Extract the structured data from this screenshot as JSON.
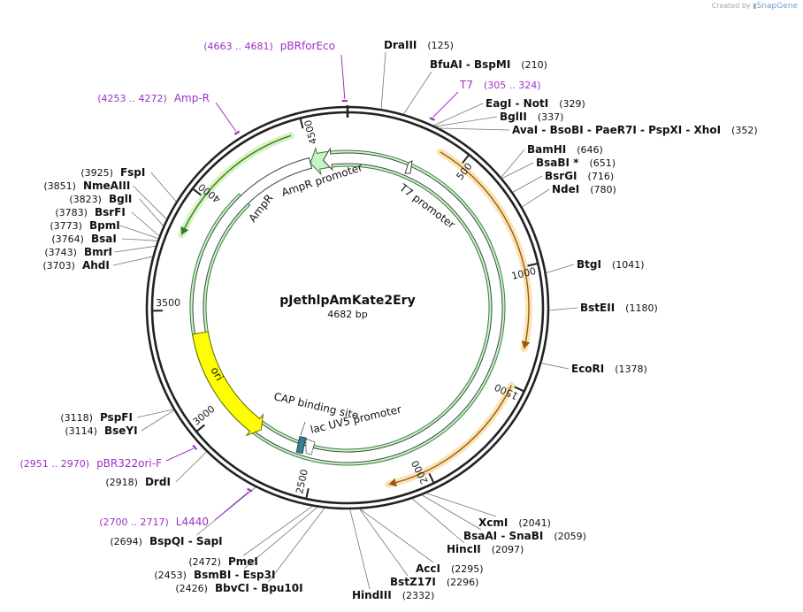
{
  "credit": {
    "prefix": "Created by",
    "brand": "SnapGene"
  },
  "plasmid": {
    "name": "pJethlpAmKate2Ery",
    "length_label": "4682 bp",
    "length": 4682
  },
  "colors": {
    "primer": "#9b30c8",
    "backbone": "#222222",
    "ampr": "#c7f5c7",
    "ori": "#ffff00",
    "cds_orange": "#f3b443",
    "lac": "#3b7f8f"
  },
  "ticks": [
    {
      "bp": 500,
      "label": "500"
    },
    {
      "bp": 1000,
      "label": "1000"
    },
    {
      "bp": 1500,
      "label": "1500"
    },
    {
      "bp": 2000,
      "label": "2000"
    },
    {
      "bp": 2500,
      "label": "2500"
    },
    {
      "bp": 3000,
      "label": "3000"
    },
    {
      "bp": 3500,
      "label": "3500"
    },
    {
      "bp": 4000,
      "label": "4000"
    },
    {
      "bp": 4500,
      "label": "4500"
    }
  ],
  "features": [
    {
      "name": "AmpR",
      "kind": "arrow",
      "start": 4115,
      "end": 4495,
      "direction": "ccw"
    },
    {
      "name": "AmpR promoter",
      "kind": "promoter",
      "start": 4495,
      "end": 4560,
      "direction": "ccw"
    },
    {
      "name": "ori",
      "kind": "arrow",
      "start": 3385,
      "end": 2800,
      "direction": "ccw"
    },
    {
      "name": "T7 promoter",
      "kind": "promoter",
      "start": 290,
      "end": 310,
      "direction": "cw"
    },
    {
      "name": "CAP binding site",
      "kind": "box",
      "bp": 2640
    },
    {
      "name": "lac UV5 promoter",
      "kind": "promoter",
      "bp": 2610
    }
  ],
  "arcs": [
    {
      "start": 400,
      "end": 1340,
      "direction": "cw"
    },
    {
      "start": 1500,
      "end": 2170,
      "direction": "cw"
    },
    {
      "start": 4445,
      "end": 3820,
      "direction": "ccw"
    }
  ],
  "primers": [
    {
      "label": "pBRforEco",
      "range": "(4663 .. 4681)",
      "bp": 4672
    },
    {
      "label": "Amp-R",
      "range": "(4253 .. 4272)",
      "bp": 4262
    },
    {
      "label": "T7",
      "range": "(305 .. 324)",
      "bp": 314
    },
    {
      "label": "pBR322ori-F",
      "range": "(2951 .. 2970)",
      "bp": 2960
    },
    {
      "label": "L4440",
      "range": "(2700 .. 2717)",
      "bp": 2708
    }
  ],
  "sites": [
    {
      "names": "DraIII",
      "pos": "(125)",
      "bp": 125
    },
    {
      "names": "BfuAI  -  BspMI",
      "pos": "(210)",
      "bp": 210
    },
    {
      "names": "EagI  -  NotI",
      "pos": "(329)",
      "bp": 329
    },
    {
      "names": "BglII",
      "pos": "(337)",
      "bp": 337
    },
    {
      "names": "AvaI  -  BsoBI  -  PaeR7I  -  PspXI  -  XhoI",
      "pos": "(352)",
      "bp": 352
    },
    {
      "names": "BamHI",
      "pos": "(646)",
      "bp": 646
    },
    {
      "names": "BsaBI *",
      "pos": "(651)",
      "bp": 651
    },
    {
      "names": "BsrGI",
      "pos": "(716)",
      "bp": 716
    },
    {
      "names": "NdeI",
      "pos": "(780)",
      "bp": 780
    },
    {
      "names": "BtgI",
      "pos": "(1041)",
      "bp": 1041
    },
    {
      "names": "BstEII",
      "pos": "(1180)",
      "bp": 1180
    },
    {
      "names": "EcoRI",
      "pos": "(1378)",
      "bp": 1378
    },
    {
      "names": "XcmI",
      "pos": "(2041)",
      "bp": 2041
    },
    {
      "names": "BsaAI  -  SnaBI",
      "pos": "(2059)",
      "bp": 2059
    },
    {
      "names": "HincII",
      "pos": "(2097)",
      "bp": 2097
    },
    {
      "names": "AccI",
      "pos": "(2295)",
      "bp": 2295
    },
    {
      "names": "BstZ17I",
      "pos": "(2296)",
      "bp": 2296
    },
    {
      "names": "HindIII",
      "pos": "(2332)",
      "bp": 2332
    },
    {
      "names": "BbvCI  -  Bpu10I",
      "pos": "(2426)",
      "bp": 2426
    },
    {
      "names": "BsmBI  -  Esp3I",
      "pos": "(2453)",
      "bp": 2453
    },
    {
      "names": "PmeI",
      "pos": "(2472)",
      "bp": 2472
    },
    {
      "names": "BspQI  -  SapI",
      "pos": "(2694)",
      "bp": 2694
    },
    {
      "names": "DrdI",
      "pos": "(2918)",
      "bp": 2918
    },
    {
      "names": "BseYI",
      "pos": "(3114)",
      "bp": 3114
    },
    {
      "names": "PspFI",
      "pos": "(3118)",
      "bp": 3118
    },
    {
      "names": "AhdI",
      "pos": "(3703)",
      "bp": 3703
    },
    {
      "names": "BmrI",
      "pos": "(3743)",
      "bp": 3743
    },
    {
      "names": "BsaI",
      "pos": "(3764)",
      "bp": 3764
    },
    {
      "names": "BpmI",
      "pos": "(3773)",
      "bp": 3773
    },
    {
      "names": "BsrFI",
      "pos": "(3783)",
      "bp": 3783
    },
    {
      "names": "BglI",
      "pos": "(3823)",
      "bp": 3823
    },
    {
      "names": "NmeAIII",
      "pos": "(3851)",
      "bp": 3851
    },
    {
      "names": "FspI",
      "pos": "(3925)",
      "bp": 3925
    }
  ]
}
